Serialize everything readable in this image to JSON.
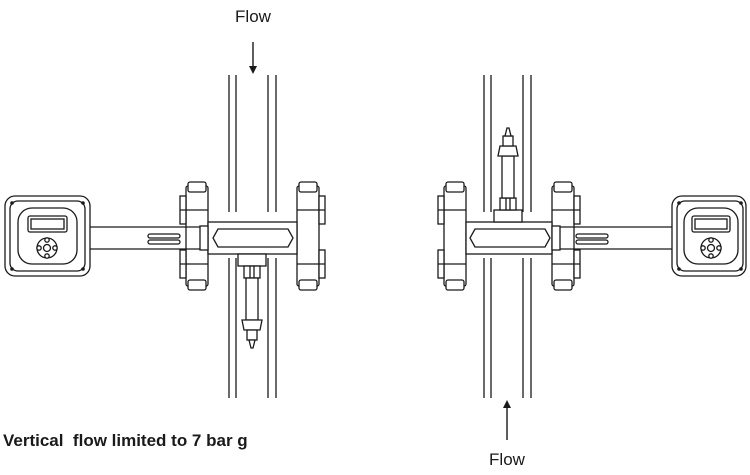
{
  "labels": {
    "flow_top": "Flow",
    "flow_bottom": "Flow",
    "caption": "Vertical  flow limited to 7 bar g"
  },
  "colors": {
    "line": "#1a1a1a",
    "background": "#ffffff"
  },
  "icons": {
    "flow_down": "arrow-down-icon",
    "flow_up": "arrow-up-icon"
  }
}
